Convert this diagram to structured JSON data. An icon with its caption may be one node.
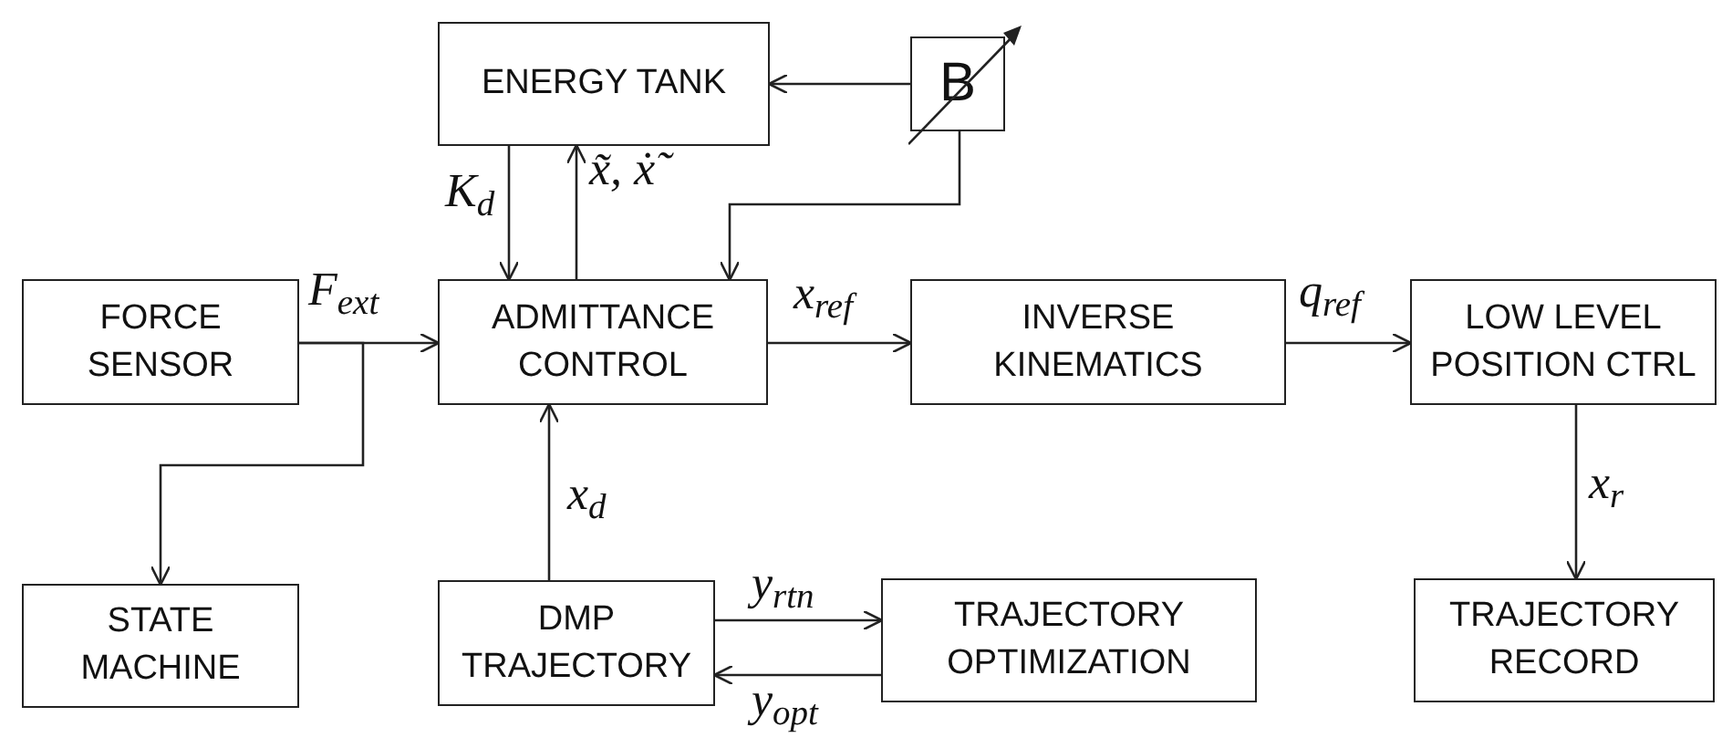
{
  "diagram": {
    "nodes": [
      {
        "text": [
          "ENERGY TANK"
        ]
      },
      {
        "text": [
          "B"
        ]
      },
      {
        "text": [
          "FORCE SENSOR"
        ]
      },
      {
        "text": [
          "ADMITTANCE CONTROL"
        ]
      },
      {
        "text": [
          "INVERSE KINEMATICS"
        ]
      },
      {
        "text": [
          "LOW LEVEL POSITION CTRL"
        ]
      },
      {
        "text": [
          "STATE MACHINE"
        ]
      },
      {
        "text": [
          "DMP TRAJECTORY"
        ]
      },
      {
        "text": [
          "TRAJECTORY OPTIMIZATION"
        ]
      },
      {
        "text": [
          "TRAJECTORY RECORD"
        ]
      }
    ],
    "edges": [
      {
        "from": 0,
        "to": 3,
        "arrow": "to",
        "label": "K$_{d}$"
      },
      {
        "from": 3,
        "to": 0,
        "arrow": "to",
        "label": "x̃, ẋ̃"
      },
      {
        "from": 1,
        "to": 0,
        "arrow": "to"
      },
      {
        "from": 1,
        "to": 3,
        "arrow": "to"
      },
      {
        "from": 2,
        "to": 3,
        "arrow": "to",
        "label": "F$_{ext}$"
      },
      {
        "from": 2,
        "to": 6,
        "arrow": "to"
      },
      {
        "from": 3,
        "to": 4,
        "arrow": "to",
        "label": "x$_{ref}$"
      },
      {
        "from": 4,
        "to": 5,
        "arrow": "to",
        "label": "q$_{ref}$"
      },
      {
        "from": 7,
        "to": 3,
        "arrow": "to",
        "label": "x$_{d}$"
      },
      {
        "from": 7,
        "to": 8,
        "arrow": "to",
        "label": "y$_{rtn}$"
      },
      {
        "from": 8,
        "to": 7,
        "arrow": "to",
        "label": "y$_{opt}$"
      },
      {
        "from": 5,
        "to": 9,
        "arrow": "to",
        "label": "x$_{r}$"
      }
    ]
  }
}
